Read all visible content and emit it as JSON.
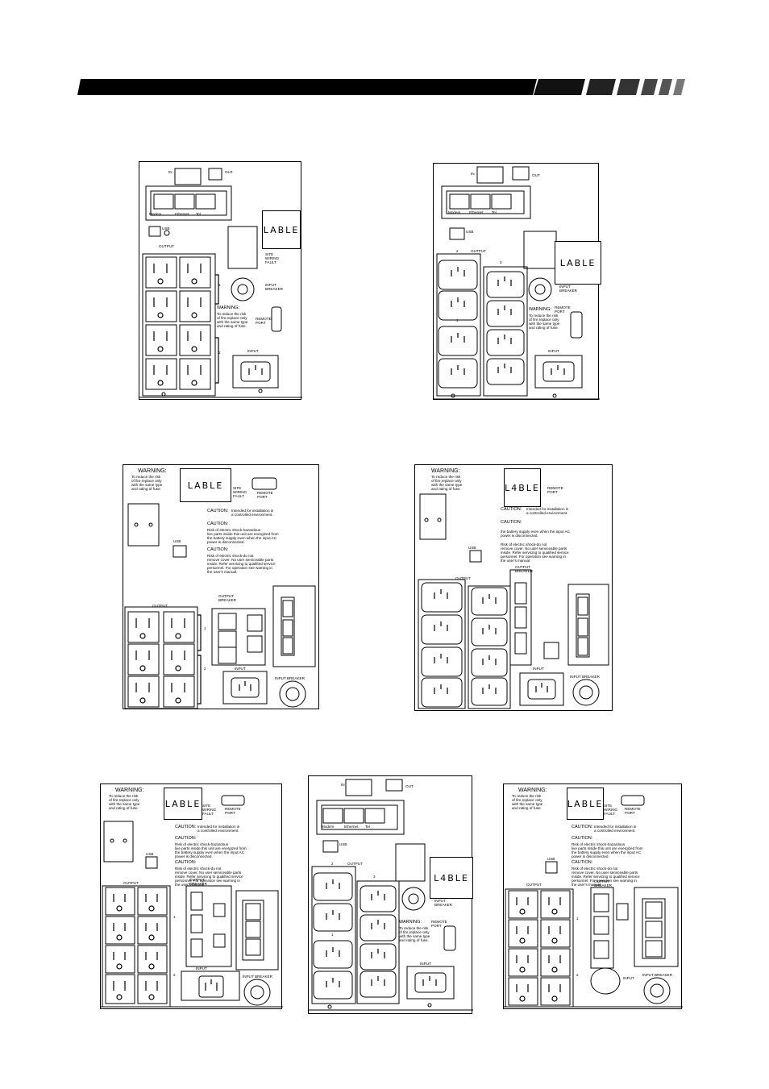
{
  "labels": {
    "in": "IN",
    "out": "OUT",
    "modem": "Modem",
    "ethernet": "Ethernet",
    "tel": "Tel",
    "usb": "USB",
    "output": "OUTPUT",
    "output_breaker": "OUTPUT\nBREAKER",
    "input": "INPUT",
    "input_breaker": "INPUT\nBREAKER",
    "input_breaker_inline": "INPUT BREAKER",
    "site_wiring_fault": "SITE\nWIRING\nFAULT",
    "remote_port": "REMOTE\nPORT",
    "warning_title": "WARNING:",
    "warning_text": "To reduce the risk\nof fire,replace only\nwith the same type\nand rating of fuse.",
    "caution_title": "CAUTION:",
    "caution_1": "Intended for installation in\na controlled environment.",
    "caution_2": "Risk of electric shock-hazardous\nlive parts inside this unit are energized from\nthe battery supply even when the input AC\npower is disconnected.",
    "caution_3": "Risk of electric shock-do not\nremove cover. No user serviceable parts\ninside. Refer servicing to qualified service\npersonnel. For operation see warning in\nthe user's manual.",
    "caution_2_alt": "the battery supply even when the input AC\npower is disconnected.",
    "n1": "1",
    "n2": "2",
    "n3": "3"
  },
  "lable_variants": [
    "LABLE",
    "LABLE",
    "LABLE",
    "L4BLE",
    "LABLE",
    "L4BLE",
    "LABLE"
  ],
  "colors": {
    "line": "#000000",
    "background": "#ffffff"
  }
}
